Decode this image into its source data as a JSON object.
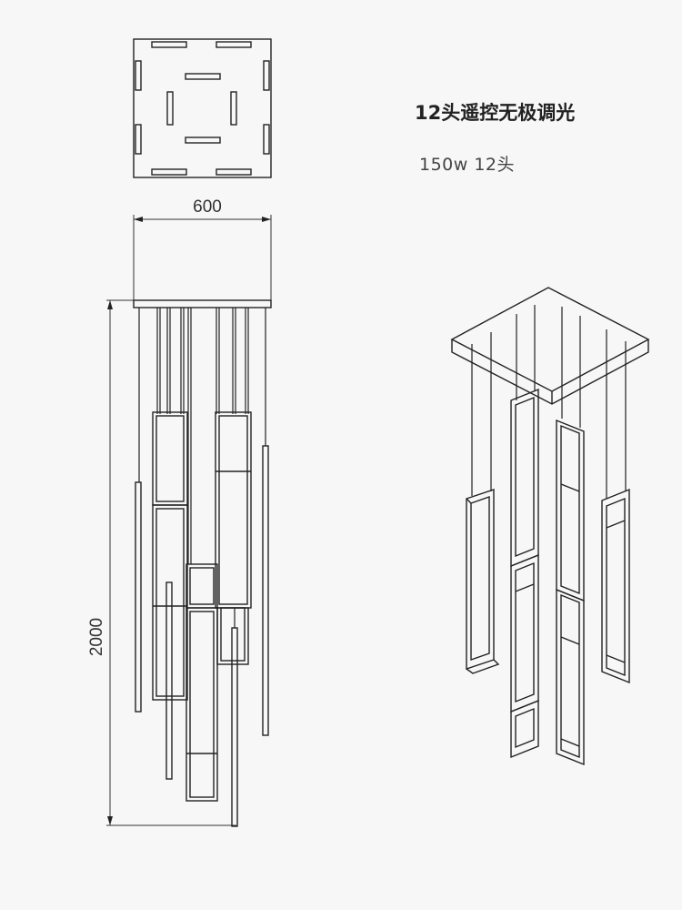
{
  "product": {
    "title": "12头遥控无极调光",
    "spec": "150w 12头"
  },
  "dimensions": {
    "width": "600",
    "height": "2000"
  },
  "views": {
    "top": "top-view",
    "front": "front-elevation",
    "perspective": "isometric-view"
  }
}
